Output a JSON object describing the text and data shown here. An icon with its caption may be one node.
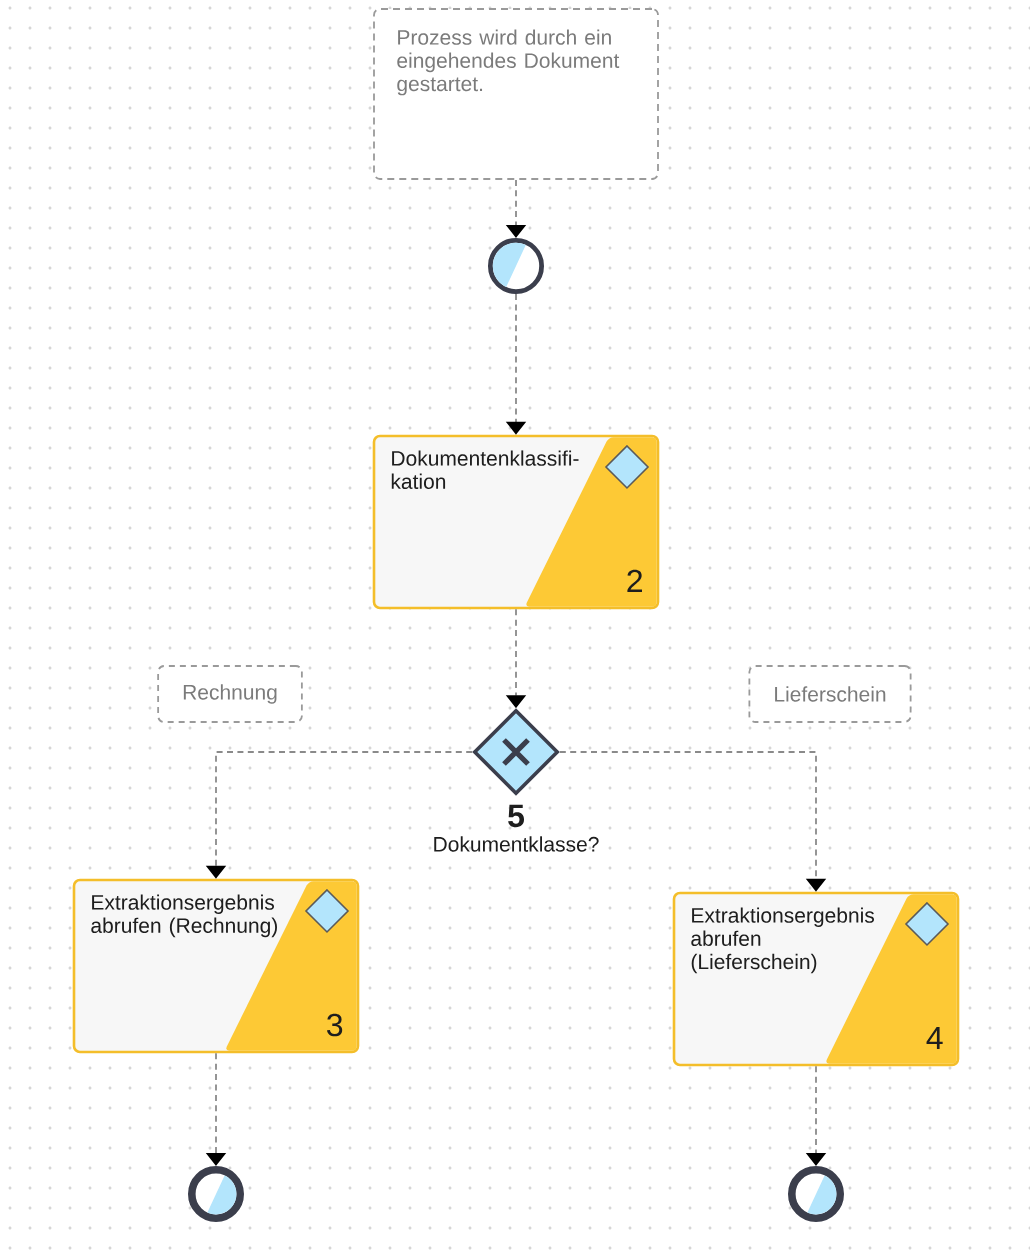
{
  "diagram": {
    "nodes": [
      {
        "text": [
          "Prozess wird durch ein eingehendes Dokument gestartet."
        ]
      },
      {
        "text": [],
        "shape": "circle"
      },
      {
        "text": [
          "Dokumentenklassifi- kation",
          "2"
        ]
      },
      {
        "text": [],
        "shape": "diamond",
        "beside": [
          "5",
          "Dokumentklasse?"
        ]
      },
      {
        "text": [
          "Extraktionsergebnis abrufen (Rechnung)",
          "3"
        ]
      },
      {
        "text": [
          "Extraktionsergebnis abrufen (Lieferschein)",
          "4"
        ]
      },
      {
        "text": [],
        "shape": "circle"
      },
      {
        "text": [],
        "shape": "circle"
      }
    ],
    "edges": [
      {
        "from": 0,
        "to": 1,
        "arrow": "to",
        "style": "dashed"
      },
      {
        "from": 1,
        "to": 2,
        "arrow": "to",
        "style": "dashed"
      },
      {
        "from": 2,
        "to": 3,
        "arrow": "to",
        "style": "dashed"
      },
      {
        "from": 3,
        "to": 4,
        "arrow": "to",
        "style": "dashed",
        "label": "Rechnung"
      },
      {
        "from": 3,
        "to": 5,
        "arrow": "to",
        "style": "dashed",
        "label": "Lieferschein"
      },
      {
        "from": 4,
        "to": 6,
        "arrow": "to",
        "style": "dashed"
      },
      {
        "from": 5,
        "to": 7,
        "arrow": "to",
        "style": "dashed"
      }
    ]
  }
}
